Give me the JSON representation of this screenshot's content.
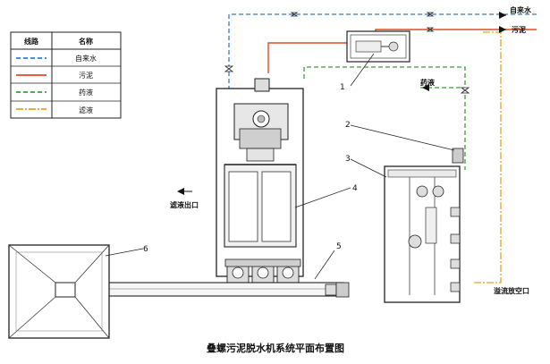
{
  "legend": {
    "header_line": "线路",
    "header_name": "名称",
    "rows": [
      {
        "name": "自来水",
        "color": "#3a78d8",
        "style": "dashed"
      },
      {
        "name": "污泥",
        "color": "#e04a2a",
        "style": "solid"
      },
      {
        "name": "药液",
        "color": "#3aa034",
        "style": "dashed"
      },
      {
        "name": "滤液",
        "color": "#e9a21c",
        "style": "dashdot"
      }
    ]
  },
  "flows": {
    "tap_water": "自来水",
    "sludge": "污泥",
    "chemical": "药液",
    "filtrate_outlet": "滤液出口",
    "overflow_drain": "溢流放空口"
  },
  "callouts": [
    "1",
    "2",
    "3",
    "4",
    "5",
    "6"
  ],
  "caption": "叠螺污泥脱水机系统平面布置图"
}
